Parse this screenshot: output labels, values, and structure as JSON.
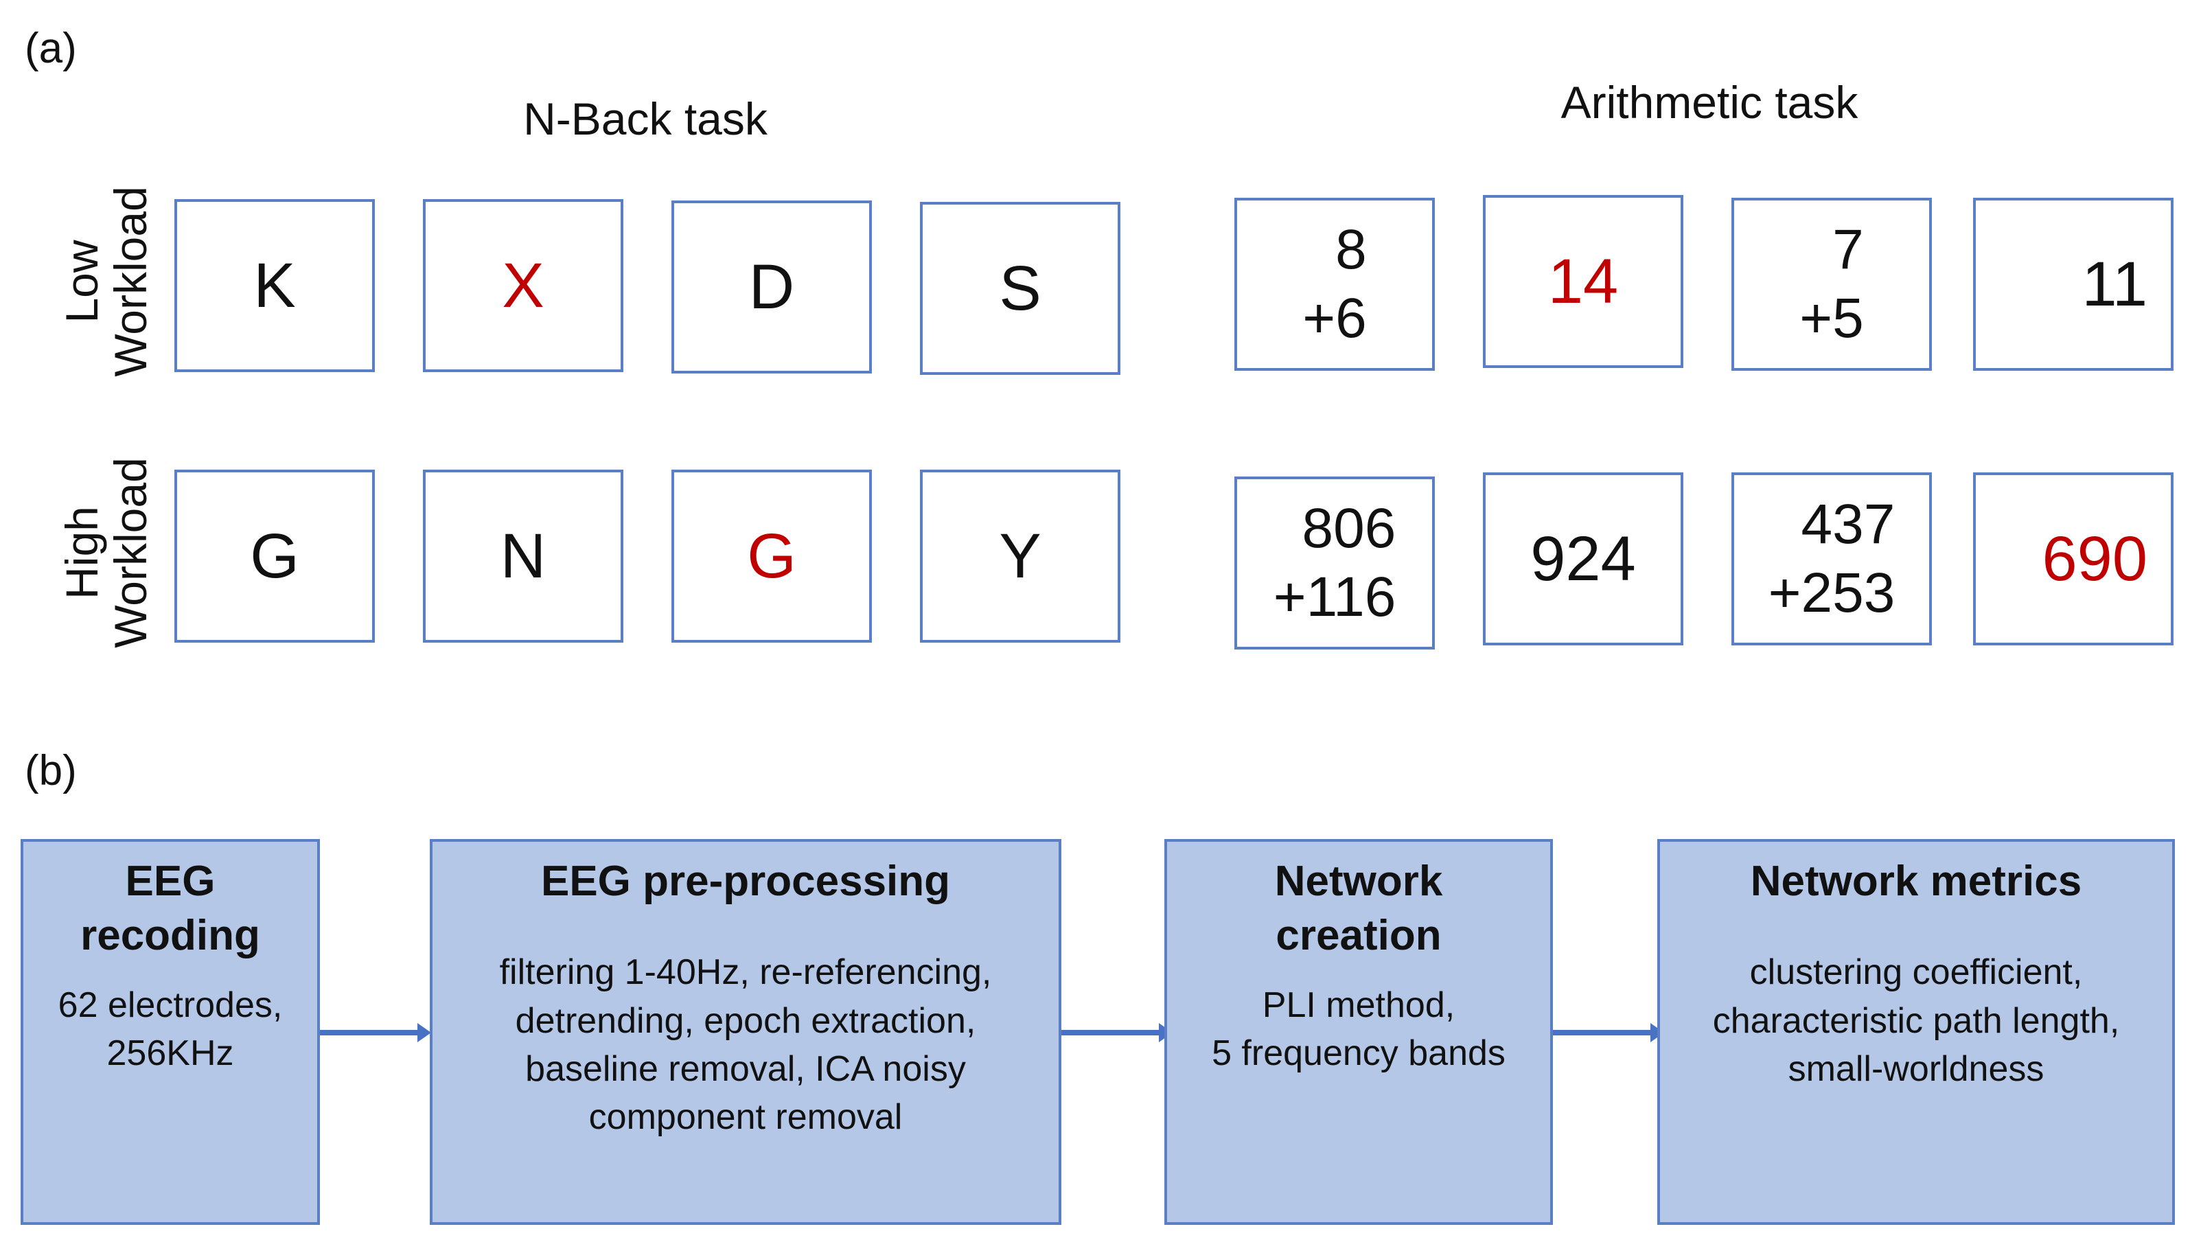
{
  "panel_a": {
    "label": "(a)",
    "nback_title": "N-Back task",
    "arith_title": "Arithmetic task",
    "low_label": [
      "Low",
      "Workload"
    ],
    "high_label": [
      "High",
      "Workload"
    ],
    "nback_low": [
      "K",
      "X",
      "D",
      "S"
    ],
    "nback_high": [
      "G",
      "N",
      "G",
      "Y"
    ],
    "arith_low": [
      {
        "top": "8",
        "bottom": "+6"
      },
      {
        "value": "14"
      },
      {
        "top": "7",
        "bottom": "+5"
      },
      {
        "value": "11"
      }
    ],
    "arith_high": [
      {
        "top": "806",
        "bottom": "+116"
      },
      {
        "value": "924"
      },
      {
        "top": "437",
        "bottom": "+253"
      },
      {
        "value": "690"
      }
    ],
    "highlight_color": "#c00000"
  },
  "panel_b": {
    "label": "(b)",
    "steps": [
      {
        "title": "EEG\nrecoding",
        "body": "62 electrodes,\n256KHz"
      },
      {
        "title": "EEG pre-processing",
        "body": "filtering 1-40Hz, re-referencing,\ndetrending, epoch extraction,\nbaseline removal, ICA noisy\ncomponent removal"
      },
      {
        "title": "Network\ncreation",
        "body": "PLI method,\n5 frequency bands"
      },
      {
        "title": "Network metrics",
        "body": "clustering coefficient,\ncharacteristic path length,\nsmall-worldness"
      }
    ],
    "box_fill": "#b4c7e7",
    "border_color": "#5b7fc4",
    "arrow_color": "#4a72c4"
  }
}
